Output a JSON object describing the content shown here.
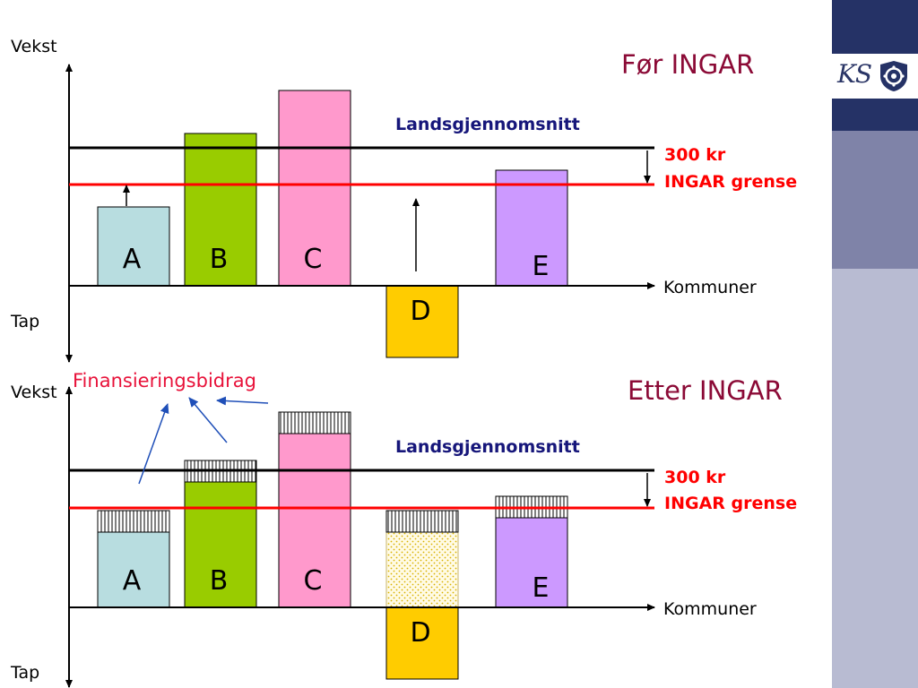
{
  "colors": {
    "axis": "#000000",
    "average_line": "#000000",
    "threshold_line": "#ff0000",
    "heading": "#8b0a36",
    "average_label": "#16167a",
    "annotation": "#e8123a",
    "annotation_arrow": "#1f4fb8",
    "bar_A": "#b8dde0",
    "bar_B": "#99cc00",
    "bar_C": "#ff99cc",
    "bar_D": "#ffcc00",
    "bar_E": "#cc99ff",
    "sidebar_dark": "#253266",
    "sidebar_mid": "#7f83a8",
    "sidebar_light": "#b8bbd2"
  },
  "logo": {
    "text": "KS",
    "icon": "ks-emblem-icon"
  },
  "before": {
    "heading": "Før INGAR",
    "y_axis_top_label": "Vekst",
    "y_axis_bottom_label": "Tap",
    "x_axis_label": "Kommuner",
    "average_label": "Landsgjennomsnitt",
    "gap_label": "300 kr",
    "threshold_label": "INGAR grense",
    "bars": [
      {
        "label": "A",
        "value": 88,
        "fill": "bar_A"
      },
      {
        "label": "B",
        "value": 170,
        "fill": "bar_B"
      },
      {
        "label": "C",
        "value": 218,
        "fill": "bar_C"
      },
      {
        "label": "D",
        "value": -80,
        "fill": "bar_D"
      },
      {
        "label": "E",
        "value": 129,
        "fill": "bar_E"
      }
    ]
  },
  "after": {
    "heading": "Etter INGAR",
    "y_axis_top_label": "Vekst",
    "y_axis_bottom_label": "Tap",
    "x_axis_label": "Kommuner",
    "average_label": "Landsgjennomsnitt",
    "gap_label": "300 kr",
    "threshold_label": "INGAR grense",
    "annotation": "Finansieringsbidrag",
    "bars": [
      {
        "label": "A",
        "value": 84,
        "fill": "bar_A"
      },
      {
        "label": "B",
        "value": 140,
        "fill": "bar_B"
      },
      {
        "label": "C",
        "value": 194,
        "fill": "bar_C"
      },
      {
        "label": "D",
        "value": -80,
        "fill": "bar_D"
      },
      {
        "label": "E",
        "value": 100,
        "fill": "bar_E"
      }
    ]
  }
}
